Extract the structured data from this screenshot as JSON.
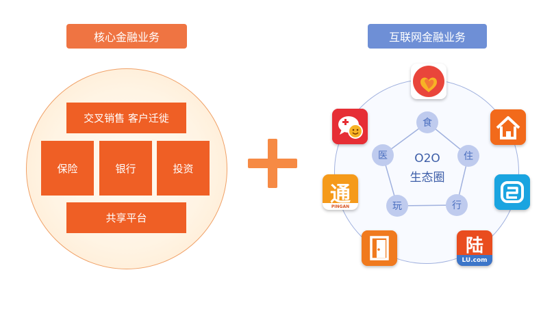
{
  "left": {
    "title": "核心金融业务",
    "blocks": {
      "cross_sell": "交叉销售 客户迁徙",
      "insurance": "保险",
      "banking": "银行",
      "investment": "投资",
      "shared_platform": "共享平台"
    }
  },
  "right": {
    "title": "互联网金融业务",
    "center": {
      "line1": "O2O",
      "line2": "生态圈"
    },
    "nodes": [
      "食",
      "住",
      "行",
      "玩",
      "医"
    ],
    "apps": [
      {
        "name": "heart-app-icon"
      },
      {
        "name": "chat-app-icon"
      },
      {
        "name": "home-app-icon"
      },
      {
        "name": "wanlitong-app-icon",
        "char": "通",
        "brand": "PINGAN"
      },
      {
        "name": "link-app-icon"
      },
      {
        "name": "door-app-icon"
      },
      {
        "name": "lufax-app-icon",
        "char": "陆",
        "brand": "LU.com"
      }
    ]
  },
  "colors": {
    "left_title": "#ef7442",
    "right_title": "#6e8fd6",
    "block": "#ef5f25",
    "plus": "#f68a44",
    "node": "#bfcbee"
  }
}
